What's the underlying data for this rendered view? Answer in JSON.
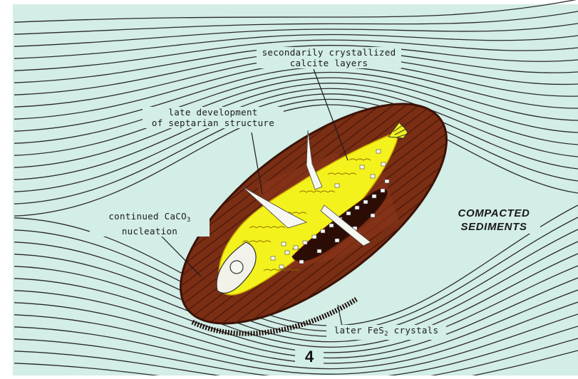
{
  "labels": {
    "calcite_line1": "secondarily crystallized",
    "calcite_line2": "calcite layers",
    "septarian_line1": "late development",
    "septarian_line2": "of septarian structure",
    "caco3_prefix": "continued CaCO",
    "caco3_sub": "3",
    "caco3_line2": "nucleation",
    "fes2_prefix": "later FeS",
    "fes2_sub": "2",
    "fes2_suffix": " crystals",
    "sediments_line1": "COMPACTED",
    "sediments_line2": "SEDIMENTS",
    "figure_number": "4"
  },
  "colors": {
    "background": "#d3ede7",
    "sediment_lines": "#2a2a2a",
    "concretion_brown": "#7a2e14",
    "concretion_edge": "#3a1206",
    "calcite_yellow": "#f4f21c",
    "fish_white": "#f2f2ea",
    "pyrite_dark": "#2c0d06"
  }
}
